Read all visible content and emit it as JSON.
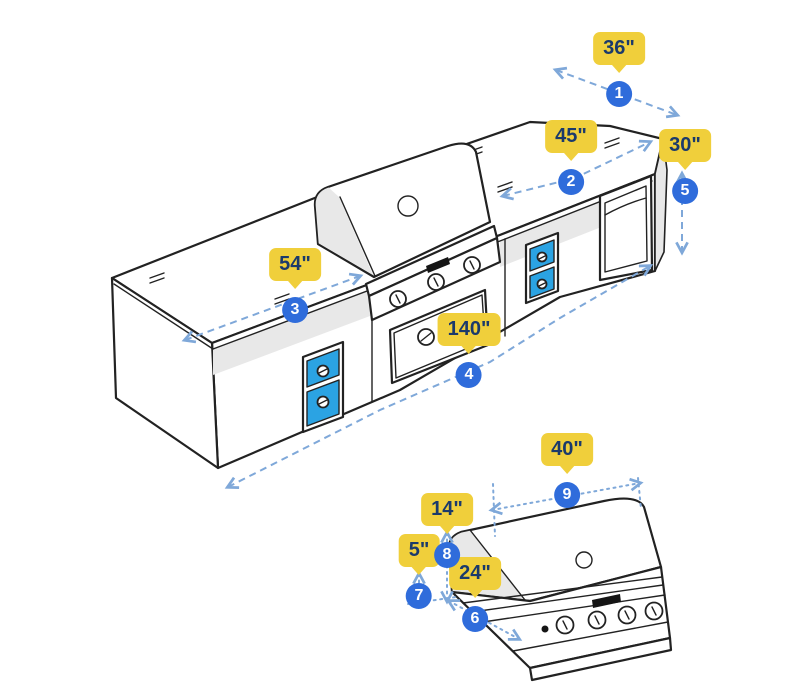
{
  "markers": [
    {
      "number": "1",
      "value": "36\""
    },
    {
      "number": "2",
      "value": "45\""
    },
    {
      "number": "3",
      "value": "54\""
    },
    {
      "number": "4",
      "value": "140\""
    },
    {
      "number": "5",
      "value": "30\""
    },
    {
      "number": "6",
      "value": "24\""
    },
    {
      "number": "7",
      "value": "5\""
    },
    {
      "number": "8",
      "value": "14\""
    },
    {
      "number": "9",
      "value": "40\""
    }
  ],
  "colors": {
    "tag_background": "#F0CF3B",
    "tag_text": "#1B3A6B",
    "badge_background": "#2F6CDB",
    "badge_text": "#FFFFFF",
    "dimension_line": "#7FA8D9",
    "cabinet_door_blue": "#2BA3E3",
    "line_art": "#222222",
    "shade_gray": "#E8E8E8"
  }
}
